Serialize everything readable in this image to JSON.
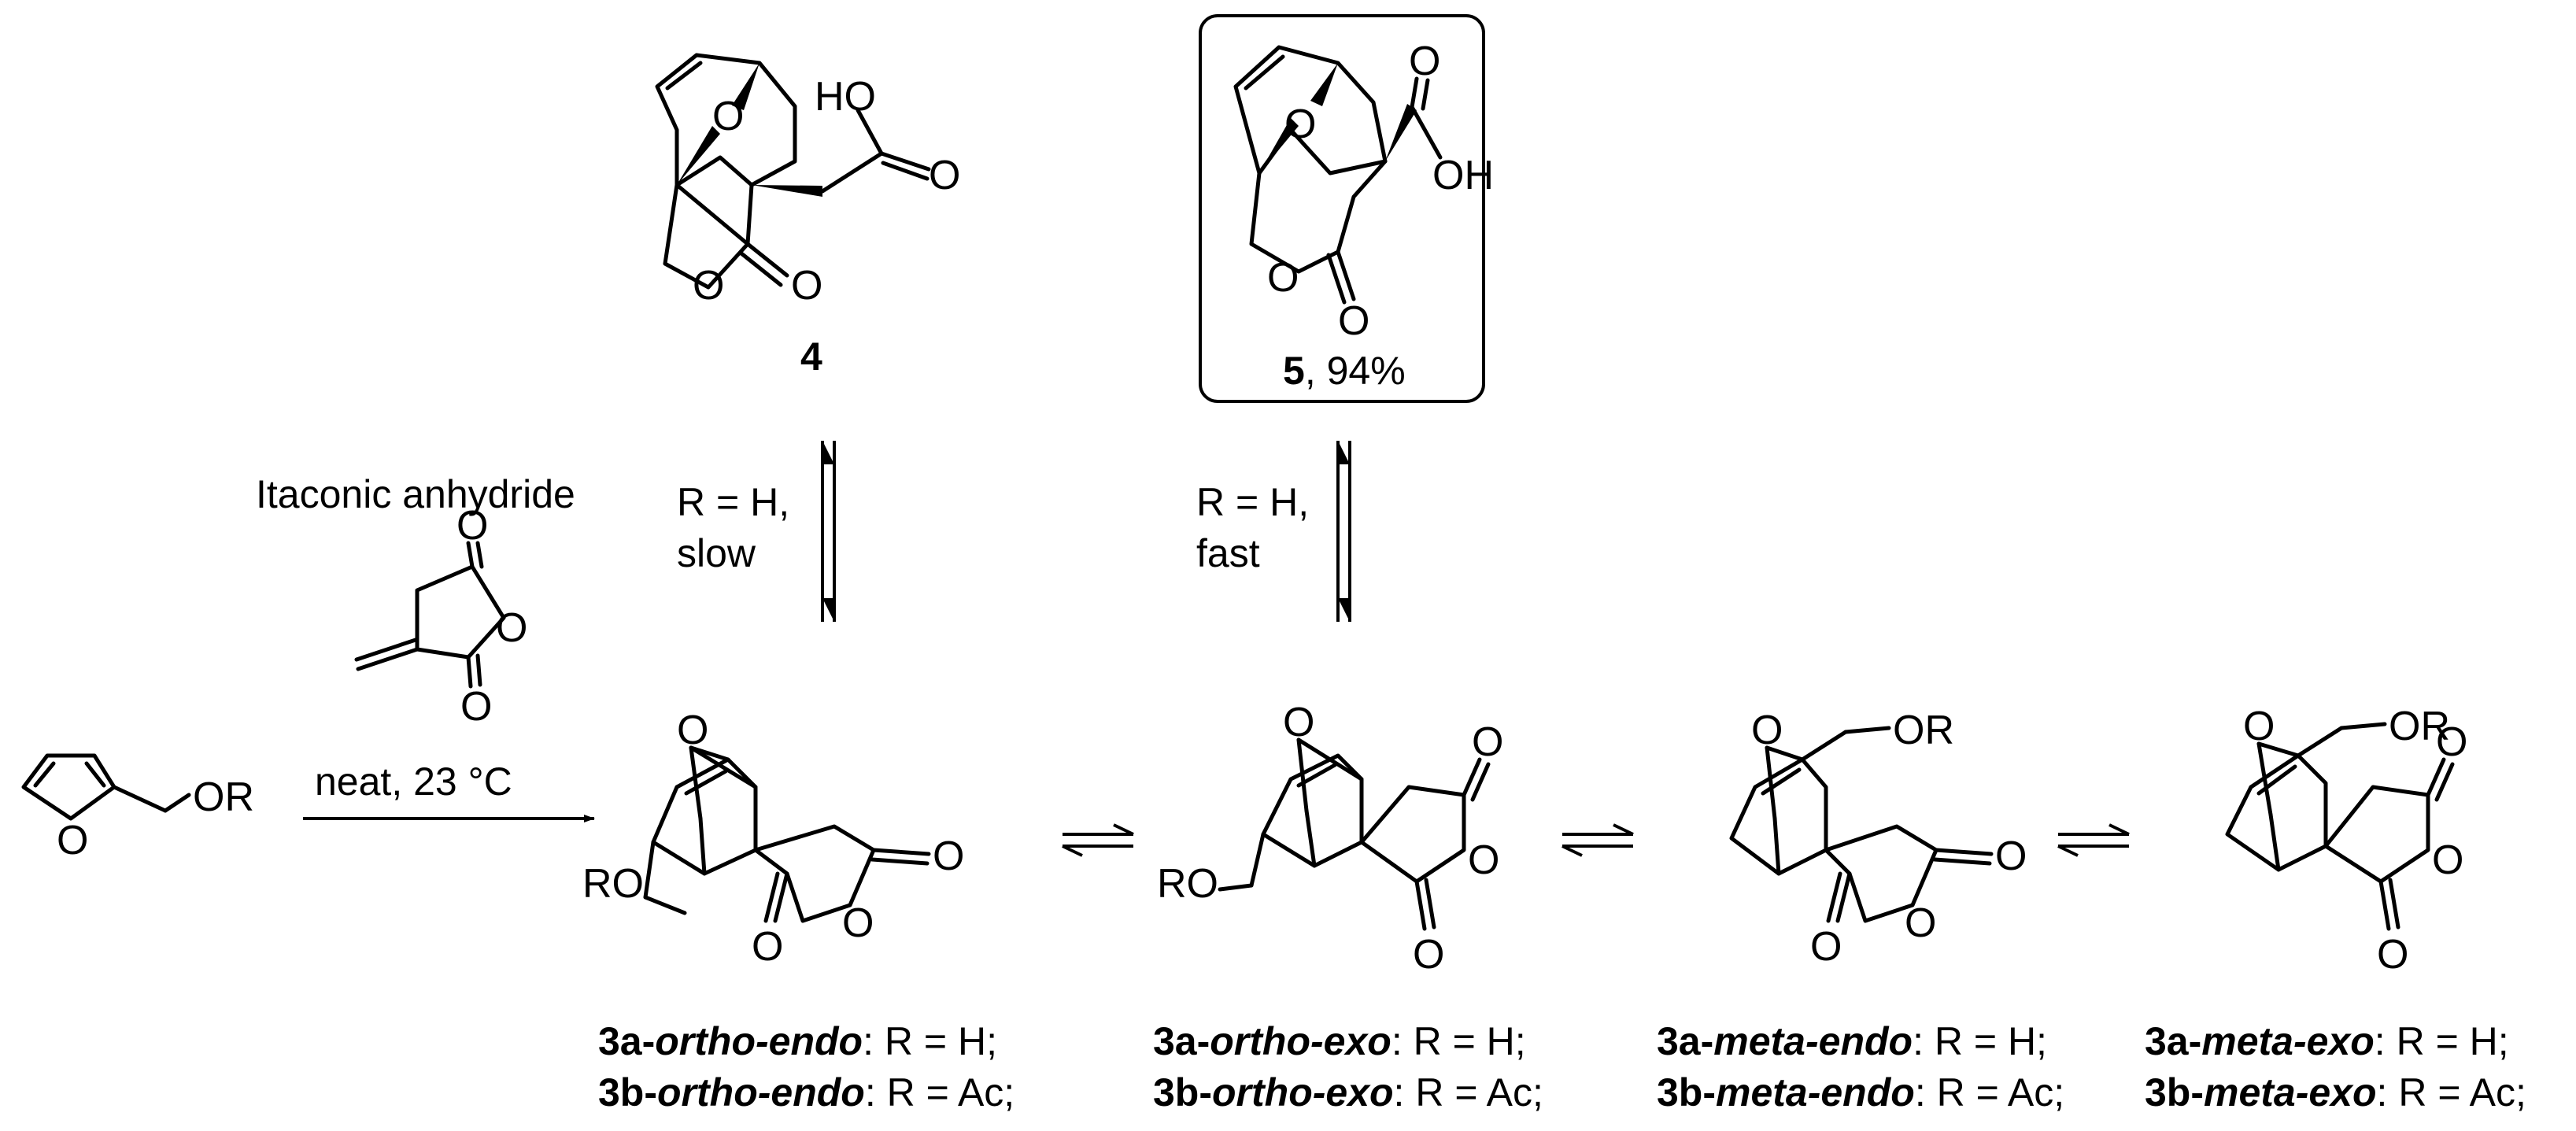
{
  "compound_4": {
    "label": "4"
  },
  "compound_5": {
    "label": "5",
    "yield": ", 94%"
  },
  "arrow_left": {
    "line1": "R = H,",
    "line2": "slow"
  },
  "arrow_right": {
    "line1": "R = H,",
    "line2": "fast"
  },
  "reagent": {
    "name": "Itaconic anhydride",
    "conditions": "neat, 23 °C"
  },
  "atoms": {
    "O": "O",
    "HO": "HO",
    "OH": "OH",
    "OR": "OR",
    "RO": "RO"
  },
  "products": [
    {
      "line1_id": "3a-",
      "line1_name": "ortho-endo",
      "line1_rest": ": R = H;",
      "line2_id": "3b-",
      "line2_name": "ortho-endo",
      "line2_rest": ": R = Ac;"
    },
    {
      "line1_id": "3a-",
      "line1_name": "ortho-exo",
      "line1_rest": ": R = H;",
      "line2_id": "3b-",
      "line2_name": "ortho-exo",
      "line2_rest": ": R = Ac;"
    },
    {
      "line1_id": "3a-",
      "line1_name": "meta-endo",
      "line1_rest": ": R = H;",
      "line2_id": "3b-",
      "line2_name": "meta-endo",
      "line2_rest": ": R = Ac;"
    },
    {
      "line1_id": "3a-",
      "line1_name": "meta-exo",
      "line1_rest": ": R = H;",
      "line2_id": "3b-",
      "line2_name": "meta-exo",
      "line2_rest": ": R = Ac;"
    }
  ]
}
